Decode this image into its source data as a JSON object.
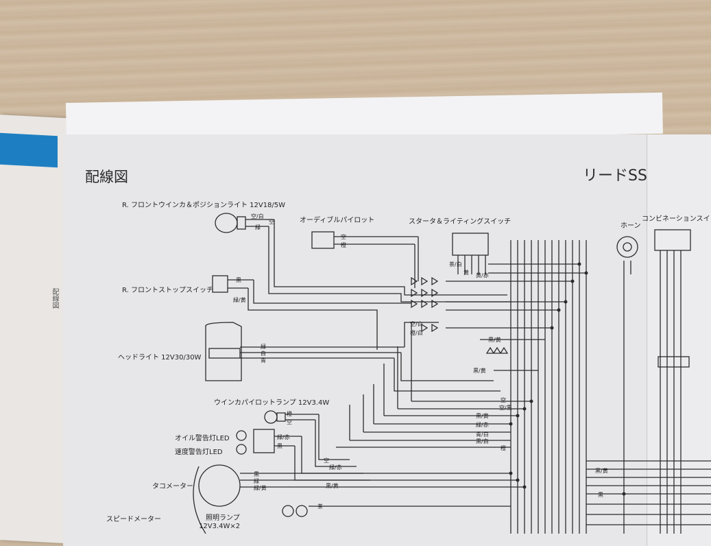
{
  "page": {
    "title": "配線図",
    "title_right": "リードSS",
    "margin_text": "配線図"
  },
  "components": {
    "front_winker": "R. フロントウインカ＆ポジションライト 12V18/5W",
    "audible_pilot": "オーディブルパイロット",
    "starter_switch": "スタータ＆ライティングスイッチ",
    "horn": "ホーン",
    "combination_switch": "コンビネーションスイッ",
    "front_stop_switch": "R. フロントストップスイッチ",
    "headlight": "ヘッドライト 12V30/30W",
    "winker_pilot": "ウインカパイロットランプ 12V3.4W",
    "oil_led": "オイル警告灯LED",
    "speed_led": "速度警告灯LED",
    "tachometer": "タコメーター",
    "speedometer": "スピードメーター",
    "illum_lamp": "照明ランプ",
    "illum_spec": "12V3.4W×2"
  },
  "wire_labels": {
    "w_sky_white": "空/白",
    "w_sky": "空",
    "w_green": "緑",
    "w_black": "黒",
    "w_green_yellow": "緑/黄",
    "w_white": "白",
    "w_blue": "青",
    "w_orange": "橙",
    "w_brown": "茶",
    "w_yellow": "黄",
    "w_green_red": "緑/赤",
    "w_black_yellow": "黒/黄",
    "w_blue_white": "青/白",
    "w_yellow_red": "黄/赤",
    "w_orange_white": "橙/白",
    "w_brown_white": "茶/白",
    "w_black_white": "黒/白",
    "w_sky_black": "空/黒"
  },
  "colors": {
    "wire": "#2a2a2a",
    "page": "#e7e7ea",
    "tab": "#1d7fc2"
  }
}
